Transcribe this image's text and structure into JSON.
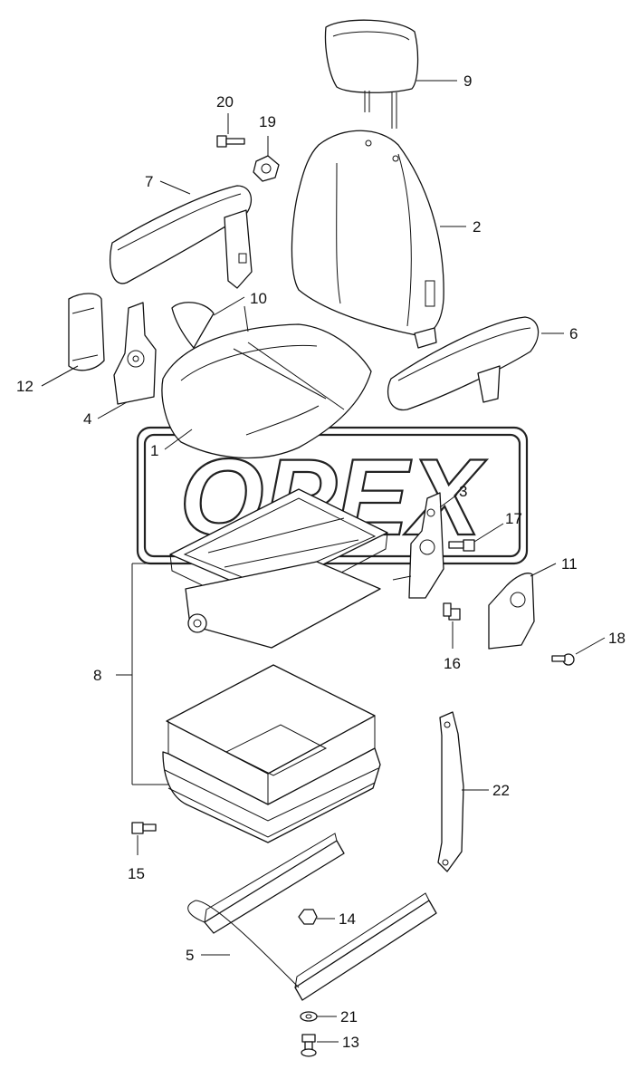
{
  "watermark": {
    "text": "OPEX"
  },
  "callouts": [
    {
      "id": "c1",
      "label": "1"
    },
    {
      "id": "c2",
      "label": "2"
    },
    {
      "id": "c3",
      "label": "3"
    },
    {
      "id": "c4",
      "label": "4"
    },
    {
      "id": "c5",
      "label": "5"
    },
    {
      "id": "c6",
      "label": "6"
    },
    {
      "id": "c7",
      "label": "7"
    },
    {
      "id": "c8",
      "label": "8"
    },
    {
      "id": "c9",
      "label": "9"
    },
    {
      "id": "c10",
      "label": "10"
    },
    {
      "id": "c11",
      "label": "11"
    },
    {
      "id": "c12",
      "label": "12"
    },
    {
      "id": "c13",
      "label": "13"
    },
    {
      "id": "c14",
      "label": "14"
    },
    {
      "id": "c15",
      "label": "15"
    },
    {
      "id": "c16",
      "label": "16"
    },
    {
      "id": "c17",
      "label": "17"
    },
    {
      "id": "c18",
      "label": "18"
    },
    {
      "id": "c19",
      "label": "19"
    },
    {
      "id": "c20",
      "label": "20"
    },
    {
      "id": "c21",
      "label": "21"
    },
    {
      "id": "c22",
      "label": "22"
    }
  ]
}
